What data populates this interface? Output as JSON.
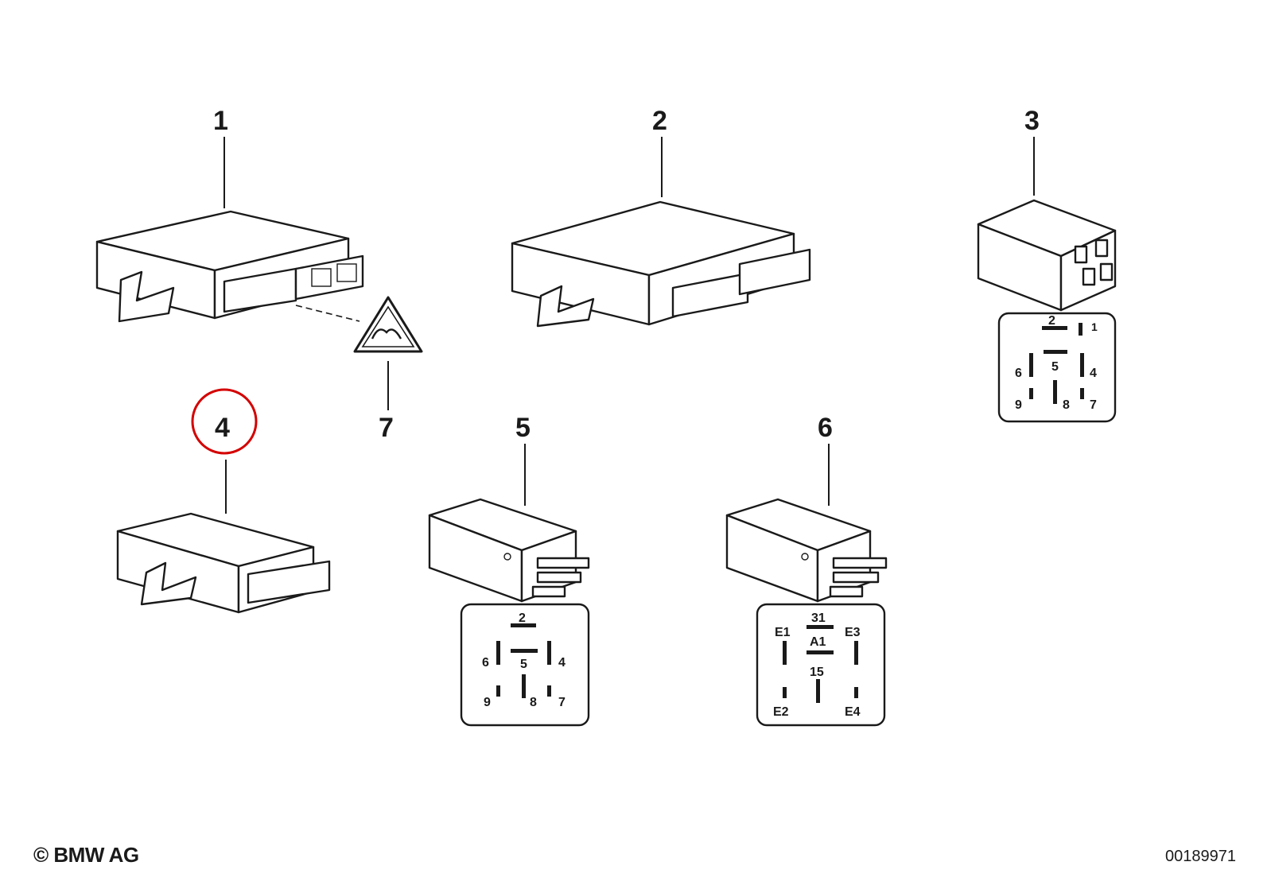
{
  "callouts": {
    "c1": "1",
    "c2": "2",
    "c3": "3",
    "c4": "4",
    "c5": "5",
    "c6": "6",
    "c7": "7"
  },
  "highlight": {
    "target": "4",
    "color": "#d40000"
  },
  "pinouts": {
    "relay3": [
      "2",
      "1",
      "6",
      "5",
      "4",
      "9",
      "8",
      "7"
    ],
    "relay5": [
      "2",
      "6",
      "5",
      "4",
      "9",
      "8",
      "7"
    ],
    "relay6": [
      "31",
      "E1",
      "A1",
      "E3",
      "15",
      "E2",
      "E4"
    ]
  },
  "footer": {
    "copyright": "© BMW AG",
    "doc_number": "00189971"
  }
}
